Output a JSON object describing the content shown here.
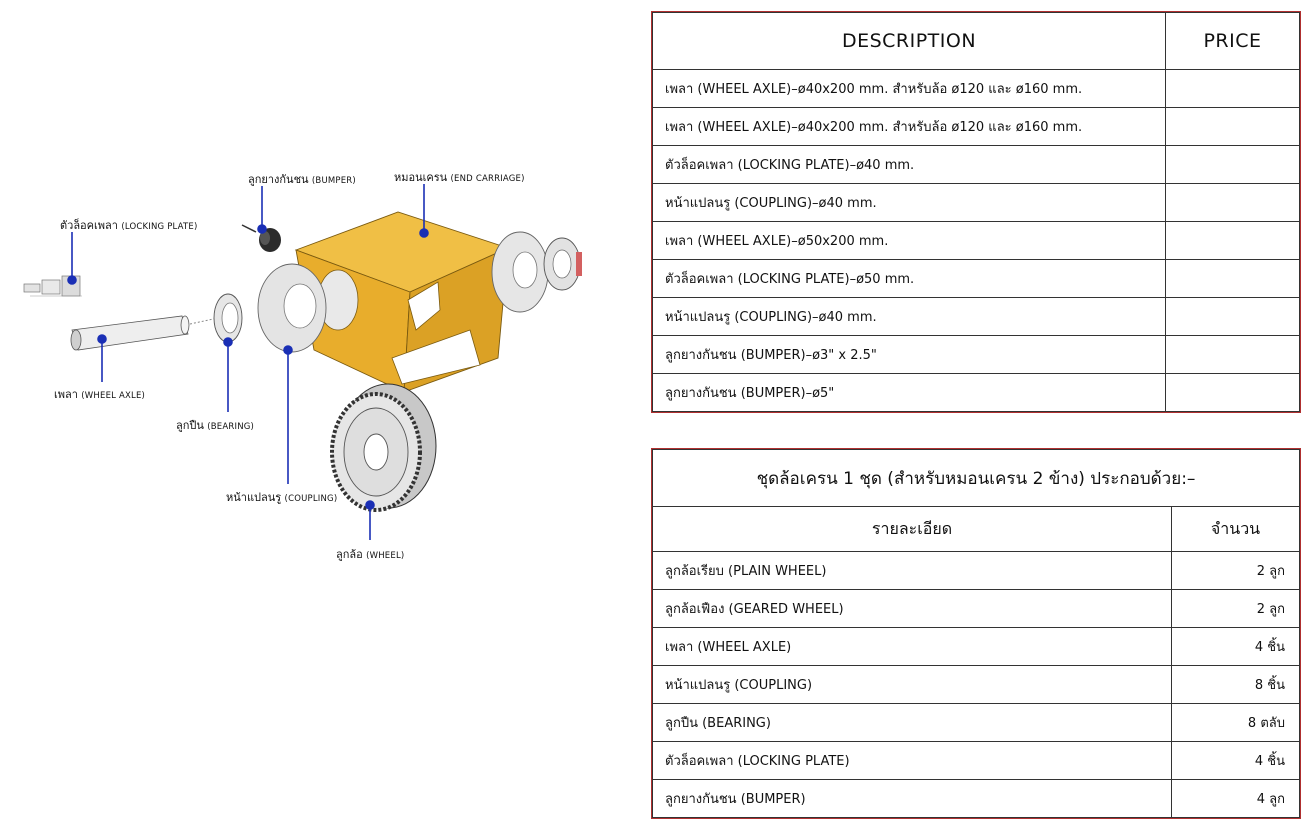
{
  "diagram": {
    "labels": {
      "bumper": {
        "thai": "ลูกยางกันชน",
        "eng": "(BUMPER)"
      },
      "end_carriage": {
        "thai": "หมอนเครน",
        "eng": "(END CARRIAGE)"
      },
      "locking_plate": {
        "thai": "ตัวล็อคเพลา",
        "eng": "(LOCKING PLATE)"
      },
      "wheel_axle": {
        "thai": "เพลา",
        "eng": "(WHEEL AXLE)"
      },
      "bearing": {
        "thai": "ลูกปืน",
        "eng": "(BEARING)"
      },
      "coupling": {
        "thai": "หน้าแปลนรู",
        "eng": "(COUPLING)"
      },
      "wheel": {
        "thai": "ลูกล้อ",
        "eng": "(WHEEL)"
      }
    },
    "colors": {
      "carriage": "#e8ad2c",
      "carriage_edge": "#7a5a10",
      "marker": "#1a2fb5",
      "steel": "#d9d9d9"
    }
  },
  "price_table": {
    "headers": {
      "description": "DESCRIPTION",
      "price": "PRICE"
    },
    "rows": [
      {
        "description": "เพลา (WHEEL AXLE)–ø40x200 mm. สำหรับล้อ ø120 และ ø160 mm.",
        "price": ""
      },
      {
        "description": "เพลา (WHEEL AXLE)–ø40x200 mm. สำหรับล้อ ø120 และ ø160 mm.",
        "price": ""
      },
      {
        "description": "ตัวล็อคเพลา (LOCKING PLATE)–ø40 mm.",
        "price": ""
      },
      {
        "description": "หน้าแปลนรู (COUPLING)–ø40 mm.",
        "price": ""
      },
      {
        "description": "เพลา (WHEEL AXLE)–ø50x200 mm.",
        "price": ""
      },
      {
        "description": "ตัวล็อคเพลา (LOCKING PLATE)–ø50 mm.",
        "price": ""
      },
      {
        "description": "หน้าแปลนรู (COUPLING)–ø40 mm.",
        "price": ""
      },
      {
        "description": "ลูกยางกันชน (BUMPER)–ø3\" x 2.5\"",
        "price": ""
      },
      {
        "description": "ลูกยางกันชน (BUMPER)–ø5\"",
        "price": ""
      }
    ]
  },
  "parts_table": {
    "caption": "ชุดล้อเครน 1 ชุด (สำหรับหมอนเครน 2 ข้าง) ประกอบด้วย:–",
    "headers": {
      "detail": "รายละเอียด",
      "quantity": "จำนวน"
    },
    "rows": [
      {
        "item": "ลูกล้อเรียบ (PLAIN WHEEL)",
        "qty": "2 ลูก"
      },
      {
        "item": "ลูกล้อเฟือง (GEARED WHEEL)",
        "qty": "2 ลูก"
      },
      {
        "item": "เพลา (WHEEL AXLE)",
        "qty": "4 ชิ้น"
      },
      {
        "item": "หน้าแปลนรู (COUPLING)",
        "qty": "8 ชิ้น"
      },
      {
        "item": "ลูกปืน (BEARING)",
        "qty": "8 ตลับ"
      },
      {
        "item": "ตัวล็อคเพลา (LOCKING PLATE)",
        "qty": "4 ชิ้น"
      },
      {
        "item": "ลูกยางกันชน (BUMPER)",
        "qty": "4 ลูก"
      }
    ]
  }
}
